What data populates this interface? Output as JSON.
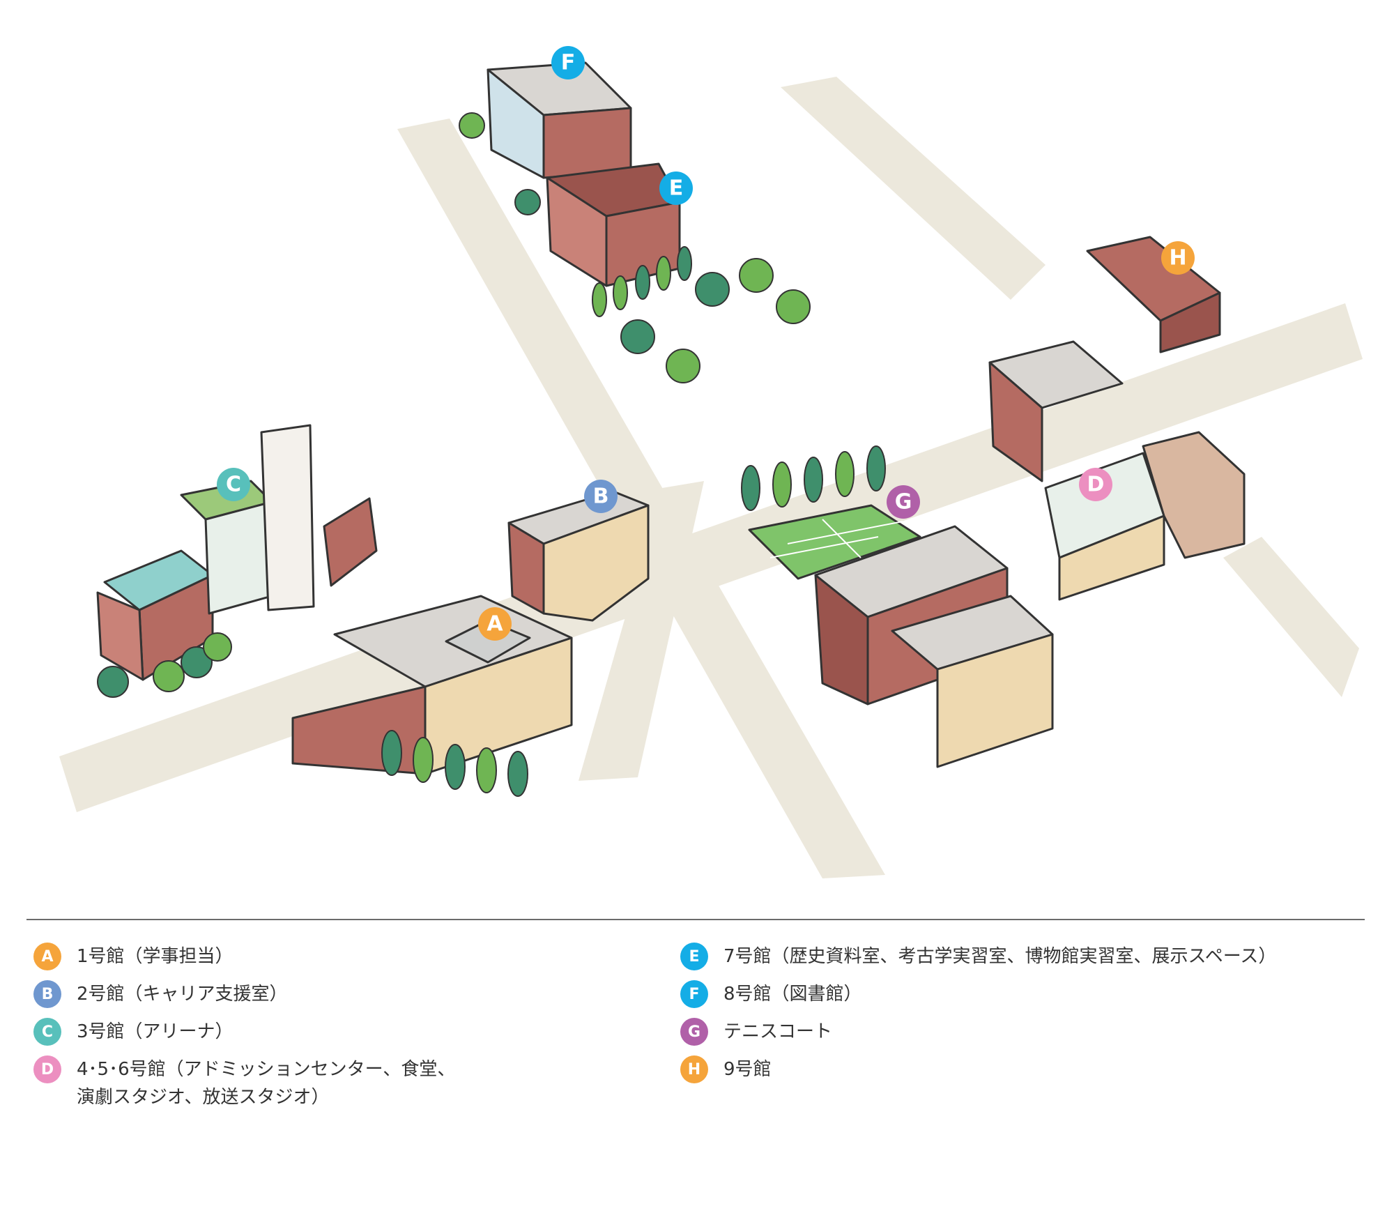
{
  "colors": {
    "road": "#ece8dc",
    "brick": "#b56b62",
    "brick_dark": "#9a544d",
    "roof": "#d9d6d2",
    "green_roof": "#9cc97a",
    "teal_roof": "#8fd0cc",
    "cream": "#eed9b0",
    "court": "#7fc46a",
    "tree_dark": "#3f8f6c",
    "tree_light": "#6fb553",
    "trunk": "#8b5a2b",
    "orange": "#f5a43b",
    "blue": "#6f97cf",
    "teal": "#58c0bb",
    "pink": "#ec8fc0",
    "cyan": "#14ade6",
    "purple": "#b060a8"
  },
  "markers": [
    {
      "id": "A",
      "color": "#f5a43b"
    },
    {
      "id": "B",
      "color": "#6f97cf"
    },
    {
      "id": "C",
      "color": "#58c0bb"
    },
    {
      "id": "D",
      "color": "#ec8fc0"
    },
    {
      "id": "E",
      "color": "#14ade6"
    },
    {
      "id": "F",
      "color": "#14ade6"
    },
    {
      "id": "G",
      "color": "#b060a8"
    },
    {
      "id": "H",
      "color": "#f5a43b"
    }
  ],
  "legend": {
    "left": [
      {
        "badge": "A",
        "color": "#f5a43b",
        "text": "1号館（学事担当）"
      },
      {
        "badge": "B",
        "color": "#6f97cf",
        "text": "2号館（キャリア支援室）"
      },
      {
        "badge": "C",
        "color": "#58c0bb",
        "text": "3号館（アリーナ）"
      },
      {
        "badge": "D",
        "color": "#ec8fc0",
        "text": "4･5･6号館（アドミッションセンター、食堂、\n演劇スタジオ、放送スタジオ）"
      }
    ],
    "right": [
      {
        "badge": "E",
        "color": "#14ade6",
        "text": "7号館（歴史資料室、考古学実習室、博物館実習室、展示スペース）"
      },
      {
        "badge": "F",
        "color": "#14ade6",
        "text": "8号館（図書館）"
      },
      {
        "badge": "G",
        "color": "#b060a8",
        "text": "テニスコート"
      },
      {
        "badge": "H",
        "color": "#f5a43b",
        "text": "9号館"
      }
    ]
  }
}
